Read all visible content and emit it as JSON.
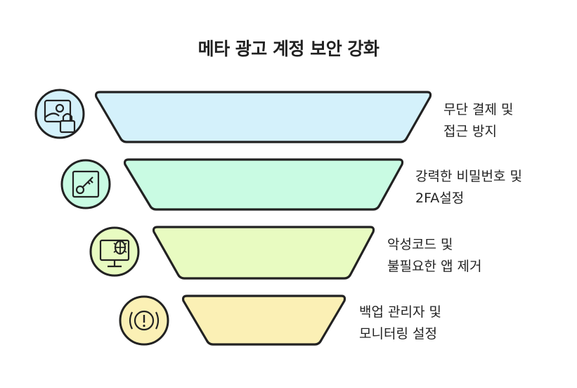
{
  "title": "메타 광고 계정 보안 강화",
  "stages": [
    {
      "icon": "image-lock-icon",
      "fill": "#d4f1fb",
      "line1": "무단 결제 및",
      "line2": "접근 방지"
    },
    {
      "icon": "key-icon",
      "fill": "#c9fbe3",
      "line1": "강력한 비밀번호 및",
      "line2": "2FA설정"
    },
    {
      "icon": "bug-monitor-icon",
      "fill": "#e8fbc1",
      "line1": "악성코드 및",
      "line2": "불필요한 앱 제거"
    },
    {
      "icon": "alert-icon",
      "fill": "#fbf0b5",
      "line1": "백업 관리자 및",
      "line2": "모니터링 설정"
    }
  ],
  "colors": {
    "stroke": "#222222",
    "text": "#222222"
  }
}
